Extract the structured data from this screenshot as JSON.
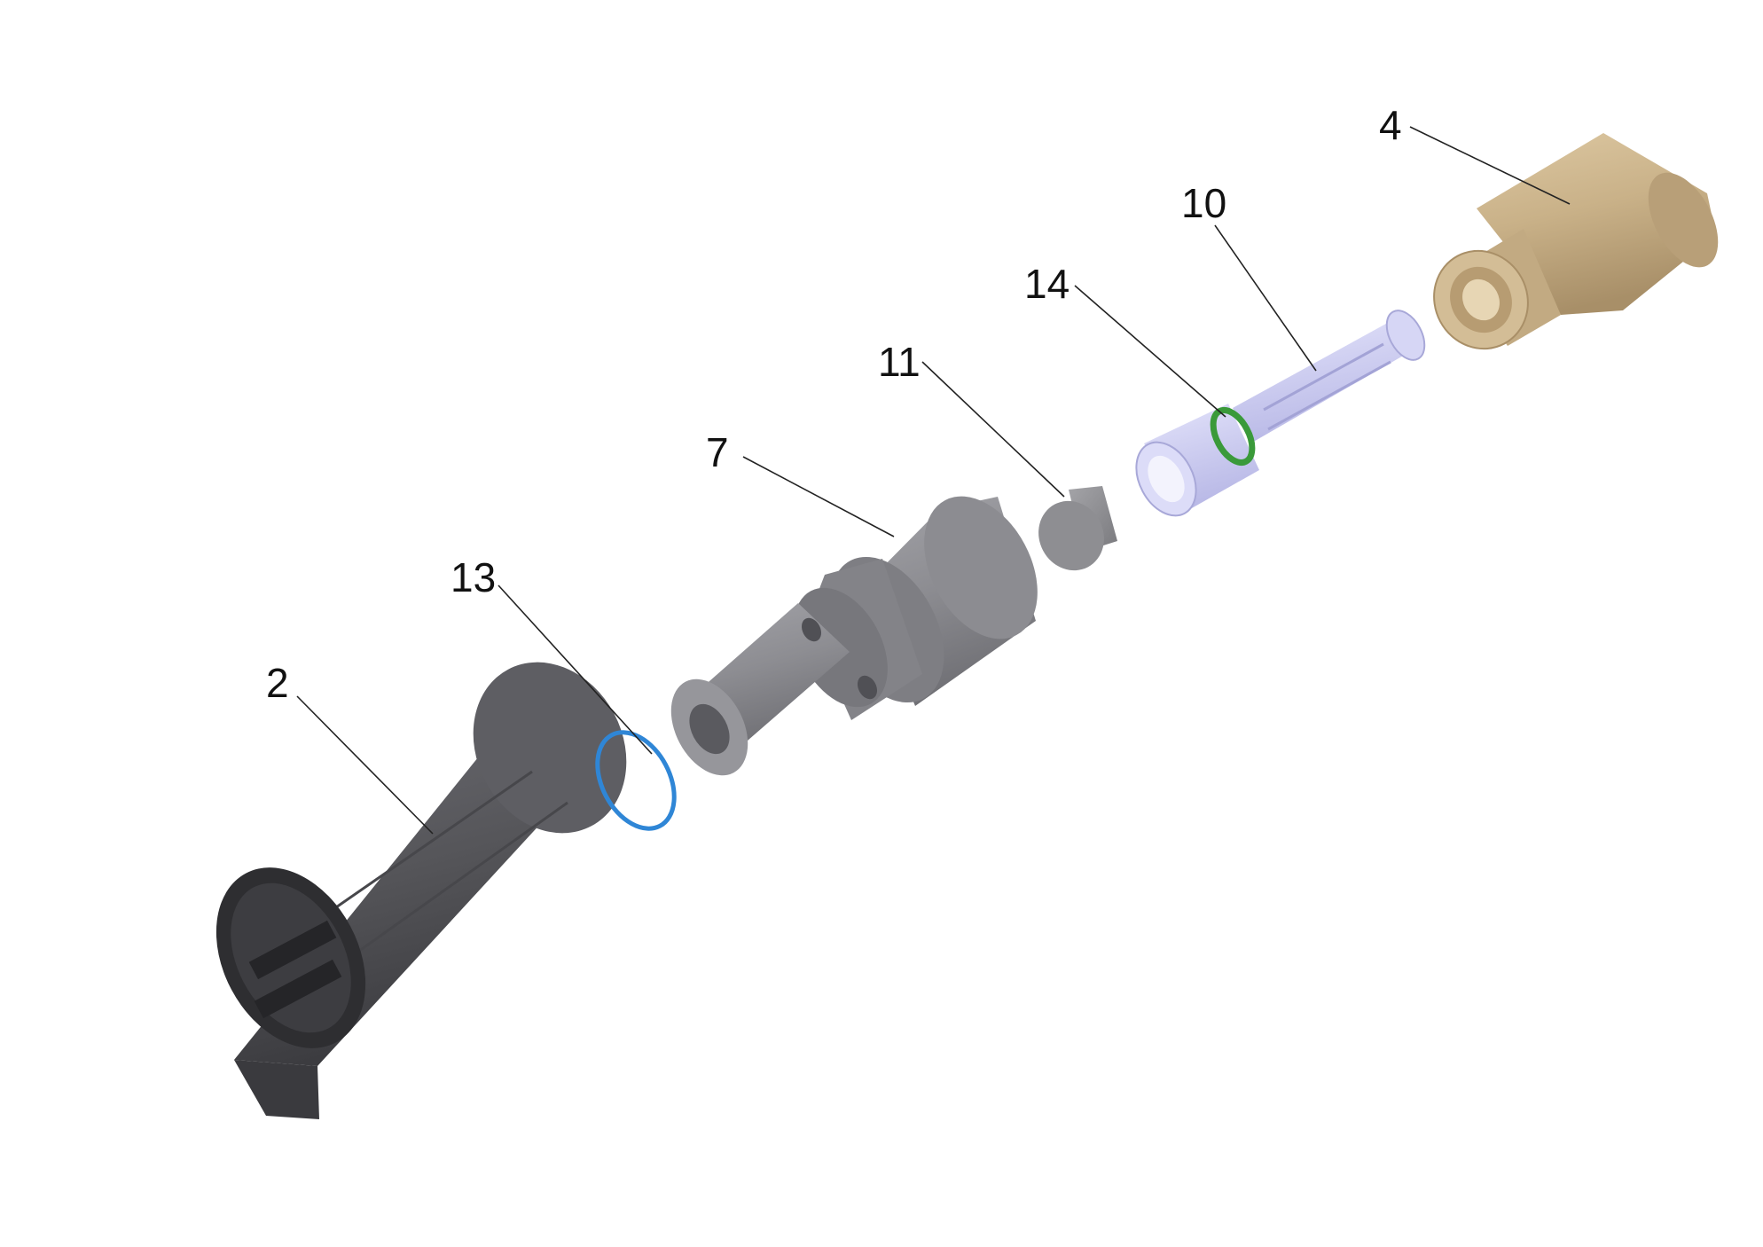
{
  "parts": [
    {
      "label": "2",
      "name": "nozzle-cap",
      "color": "#4d4d52"
    },
    {
      "label": "13",
      "name": "o-ring",
      "color": "#2f86d6"
    },
    {
      "label": "7",
      "name": "nozzle-body",
      "color": "#8c8c91"
    },
    {
      "label": "11",
      "name": "plug-insert",
      "color": "#8e8e92"
    },
    {
      "label": "14",
      "name": "seal-ring",
      "color": "#3a9a3a"
    },
    {
      "label": "10",
      "name": "valve-insert",
      "color": "#c9c9ee"
    },
    {
      "label": "4",
      "name": "threaded-nut",
      "color": "#cbb48c"
    }
  ]
}
